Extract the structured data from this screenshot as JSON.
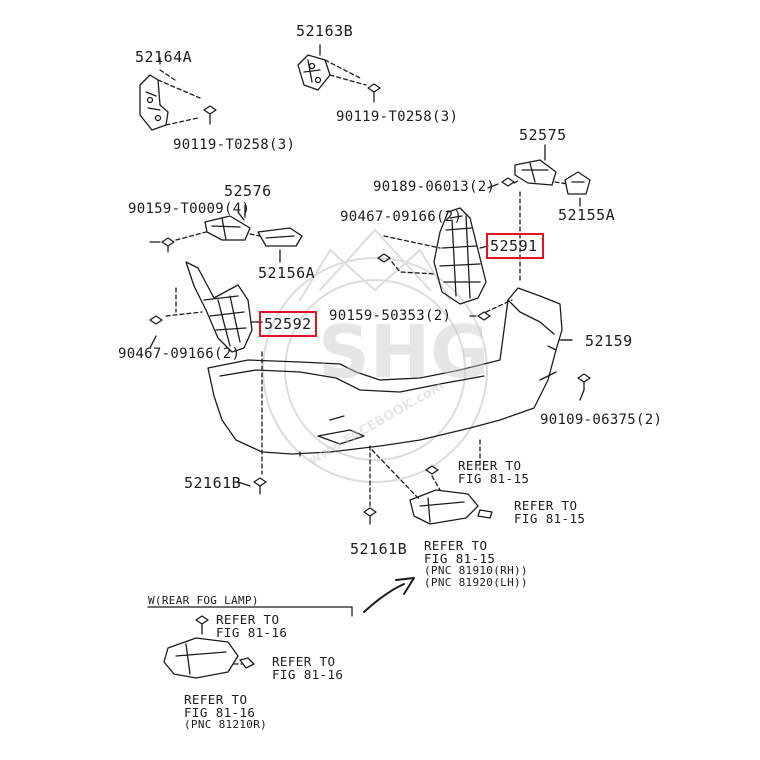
{
  "labels": {
    "p52164A": "52164A",
    "p52163B": "52163B",
    "p90119a": "90119-T0258(3)",
    "p90119b": "90119-T0258(3)",
    "p52575": "52575",
    "p90189": "90189-06013(2)",
    "p52155A": "52155A",
    "p52576": "52576",
    "p90159a": "90159-T0009(4)",
    "p52156A": "52156A",
    "p90467a": "90467-09166(2)",
    "p52591": "52591",
    "p90159b": "90159-50353(2)",
    "p52592": "52592",
    "p90467b": "90467-09166(2)",
    "p52159": "52159",
    "p90109": "90109-06375(2)",
    "p52161Ba": "52161B",
    "p52161Bb": "52161B",
    "ref1a": "REFER TO",
    "ref1b": "FIG 81-15",
    "ref2a": "REFER TO",
    "ref2b": "FIG 81-15",
    "ref3a": "REFER TO",
    "ref3b": "FIG 81-15",
    "ref3c": "(PNC 81910(RH))",
    "ref3d": "(PNC 81920(LH))",
    "fogTitle": "W(REAR FOG LAMP)",
    "ref4a": "REFER TO",
    "ref4b": "FIG 81-16",
    "ref5a": "REFER TO",
    "ref5b": "FIG 81-16",
    "ref6a": "REFER TO",
    "ref6b": "FIG 81-16",
    "ref6c": "(PNC 81210R)"
  },
  "watermark": {
    "letters": "SHG",
    "ring": "www.FACEBOOK.com"
  },
  "colors": {
    "highlight": "#e0141e",
    "line": "#1c1c1c",
    "watermark": "#c9c9c9"
  }
}
